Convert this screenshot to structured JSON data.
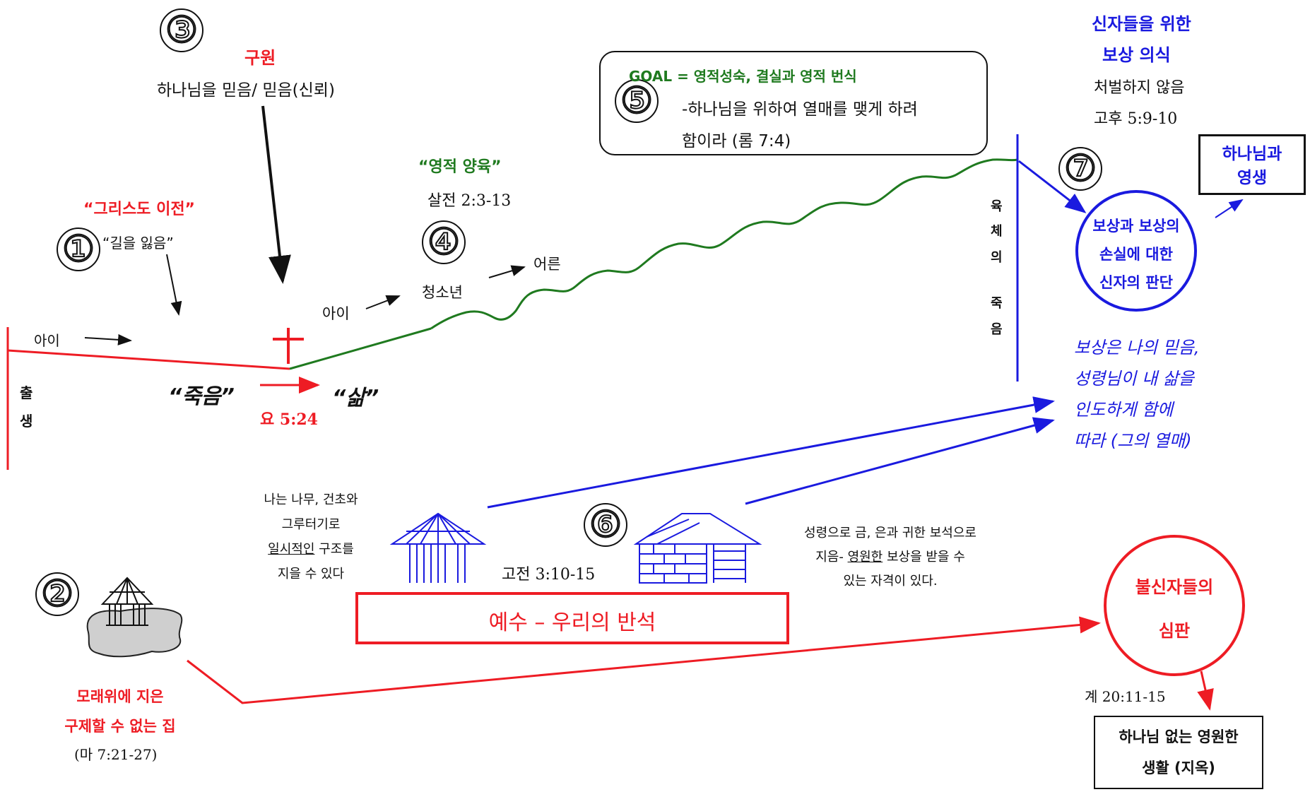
{
  "steps": [
    "①",
    "②",
    "③",
    "④",
    "⑤",
    "⑥",
    "⑦"
  ],
  "birth": {
    "label_line1": "출",
    "label_line2": "생",
    "child": "아이"
  },
  "before_christ": {
    "title": "“그리스도 이전”",
    "subtitle": "“길을 잃음”"
  },
  "salvation": {
    "title": "구원",
    "subtitle": "하나님을 믿음/ 믿음(신뢰)"
  },
  "death_life": {
    "death": "“죽음”",
    "life": "“삶”",
    "verse": "요 5:24"
  },
  "growth": {
    "title": "“영적 양육”",
    "verse": "살전 2:3-13",
    "child": "아이",
    "teen": "청소년",
    "adult": "어른"
  },
  "goal": {
    "heading": "GOAL = 영적성숙, 결실과 영적 번식",
    "line1": "-하나님을 위하여 열매를 맺게 하려",
    "line2": "함이라  (롬 7:4)"
  },
  "physical_death": {
    "chars": [
      "육",
      "체",
      "의",
      "",
      "죽",
      "음"
    ]
  },
  "believers_reward": {
    "title_line1": "신자들을 위한",
    "title_line2": "보상 의식",
    "line1": "처벌하지 않음",
    "verse": "고후 5:9-10"
  },
  "god_eternal_life": {
    "line1": "하나님과",
    "line2": "영생"
  },
  "judgment_believers": {
    "line1": "보상과 보상의",
    "line2": "손실에 대한",
    "line3": "신자의 판단"
  },
  "reward_note": {
    "line1": "보상은 나의 믿음,",
    "line2": "성령님이 내 삶을",
    "line3": "인도하게 함에",
    "line4": "따라 (그의 열매)"
  },
  "wood_note": {
    "line1": "나는 나무, 건초와",
    "line2": "그루터기로",
    "line3a": "일시적인",
    "line3b": " 구조를",
    "line4": "지을 수 있다"
  },
  "foundation": {
    "verse": "고전 3:10-15",
    "label": "예수 – 우리의 반석"
  },
  "gold_note": {
    "line1": "성령으로 금, 은과 귀한 보석으로",
    "line2a": "지음- ",
    "line2b": "영원한",
    "line2c": " 보상을 받을 수",
    "line3": "있는 자격이 있다."
  },
  "sand_house": {
    "line1": "모래위에 지은",
    "line2": "구제할 수 없는 집",
    "verse": "(마 7:21-27)"
  },
  "unbelievers_judgment": {
    "line1": "불신자들의",
    "line2": "심판",
    "verse": "계 20:11-15"
  },
  "hell": {
    "line1": "하나님 없는 영원한",
    "line2": "생활 (지옥)"
  },
  "colors": {
    "red": "#ee1c24",
    "green": "#1f7a1f",
    "blue": "#1a1adf",
    "black": "#111111"
  }
}
